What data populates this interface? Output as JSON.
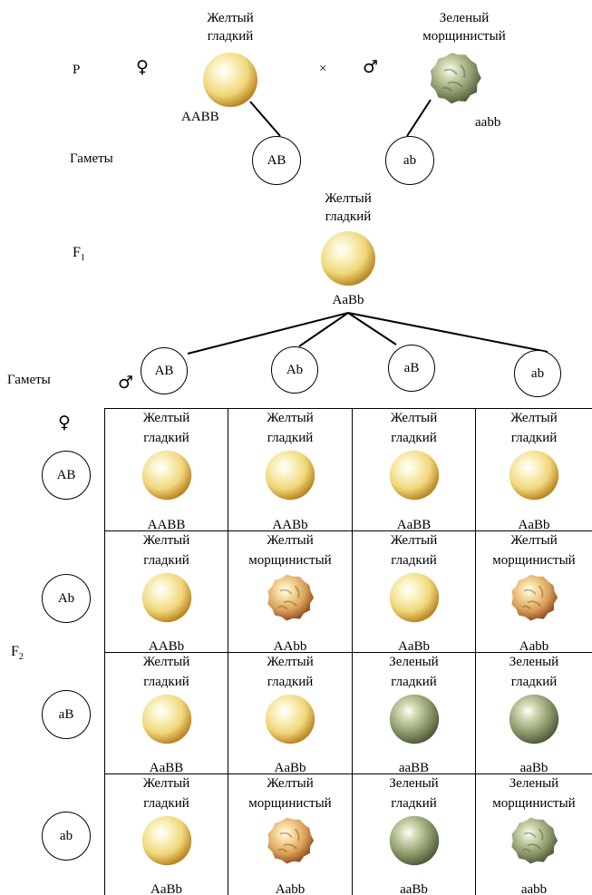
{
  "parents": {
    "row_label": "P",
    "female_symbol": "♀",
    "cross_symbol": "×",
    "male_symbol": "♂",
    "female": {
      "phenotype_line1": "Желтый",
      "phenotype_line2": "гладкий",
      "genotype": "AABB",
      "pea": "yellow-smooth"
    },
    "male": {
      "phenotype_line1": "Зеленый",
      "phenotype_line2": "морщинистый",
      "genotype": "aabb",
      "pea": "green-wrinkled"
    }
  },
  "parent_gametes": {
    "label": "Гаметы",
    "female": "AB",
    "male": "ab"
  },
  "f1": {
    "label_main": "F",
    "label_sub": "1",
    "phenotype_line1": "Желтый",
    "phenotype_line2": "гладкий",
    "genotype": "AaBb",
    "pea": "yellow-smooth"
  },
  "f1_gametes": {
    "label": "Гаметы",
    "symbol": "♂",
    "items": [
      "AB",
      "Ab",
      "aB",
      "ab"
    ]
  },
  "punnett": {
    "female_symbol": "♀",
    "female_gametes": [
      "AB",
      "Ab",
      "aB",
      "ab"
    ],
    "f2_label_main": "F",
    "f2_label_sub": "2",
    "rows": [
      [
        {
          "l1": "Желтый",
          "l2": "гладкий",
          "g": "AABB",
          "pea": "yellow-smooth"
        },
        {
          "l1": "Желтый",
          "l2": "гладкий",
          "g": "AABb",
          "pea": "yellow-smooth"
        },
        {
          "l1": "Желтый",
          "l2": "гладкий",
          "g": "AaBB",
          "pea": "yellow-smooth"
        },
        {
          "l1": "Желтый",
          "l2": "гладкий",
          "g": "AaBb",
          "pea": "yellow-smooth"
        }
      ],
      [
        {
          "l1": "Желтый",
          "l2": "гладкий",
          "g": "AABb",
          "pea": "yellow-smooth"
        },
        {
          "l1": "Желтый",
          "l2": "морщинистый",
          "g": "AAbb",
          "pea": "yellow-wrinkled"
        },
        {
          "l1": "Желтый",
          "l2": "гладкий",
          "g": "AaBb",
          "pea": "yellow-smooth"
        },
        {
          "l1": "Желтый",
          "l2": "морщинистый",
          "g": "Aabb",
          "pea": "yellow-wrinkled"
        }
      ],
      [
        {
          "l1": "Желтый",
          "l2": "гладкий",
          "g": "AaBB",
          "pea": "yellow-smooth"
        },
        {
          "l1": "Желтый",
          "l2": "гладкий",
          "g": "AaBb",
          "pea": "yellow-smooth"
        },
        {
          "l1": "Зеленый",
          "l2": "гладкий",
          "g": "aaBB",
          "pea": "green-smooth"
        },
        {
          "l1": "Зеленый",
          "l2": "гладкий",
          "g": "aaBb",
          "pea": "green-smooth"
        }
      ],
      [
        {
          "l1": "Желтый",
          "l2": "гладкий",
          "g": "AaBb",
          "pea": "yellow-smooth"
        },
        {
          "l1": "Желтый",
          "l2": "морщинистый",
          "g": "Aabb",
          "pea": "yellow-wrinkled"
        },
        {
          "l1": "Зеленый",
          "l2": "гладкий",
          "g": "aaBb",
          "pea": "green-smooth"
        },
        {
          "l1": "Зеленый",
          "l2": "морщинистый",
          "g": "aabb",
          "pea": "green-wrinkled"
        }
      ]
    ]
  },
  "colors": {
    "yellow_light": "#fbf6cf",
    "yellow_mid": "#f0d77a",
    "yellow_dark": "#b88421",
    "green_light": "#d5dcb7",
    "green_mid": "#8d9a6c",
    "green_dark": "#4e5a3a",
    "wrinkled_yellow_light": "#f7e2a6",
    "wrinkled_yellow_dark": "#8c4a1e"
  }
}
